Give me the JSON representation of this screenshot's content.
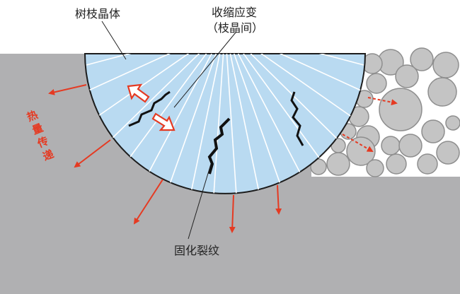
{
  "labels": {
    "dendrite": "树枝晶体",
    "strain_line1": "收缩应变",
    "strain_line2": "（枝晶间）",
    "crack": "固化裂纹",
    "heat_chars": [
      "热",
      "量",
      "传",
      "递"
    ]
  },
  "colors": {
    "base_metal": "#b0b0b2",
    "weld_pool": "#b9daf1",
    "heat_arrow": "#e53a22",
    "crack": "#111111",
    "powder": "#c4c4c4"
  }
}
